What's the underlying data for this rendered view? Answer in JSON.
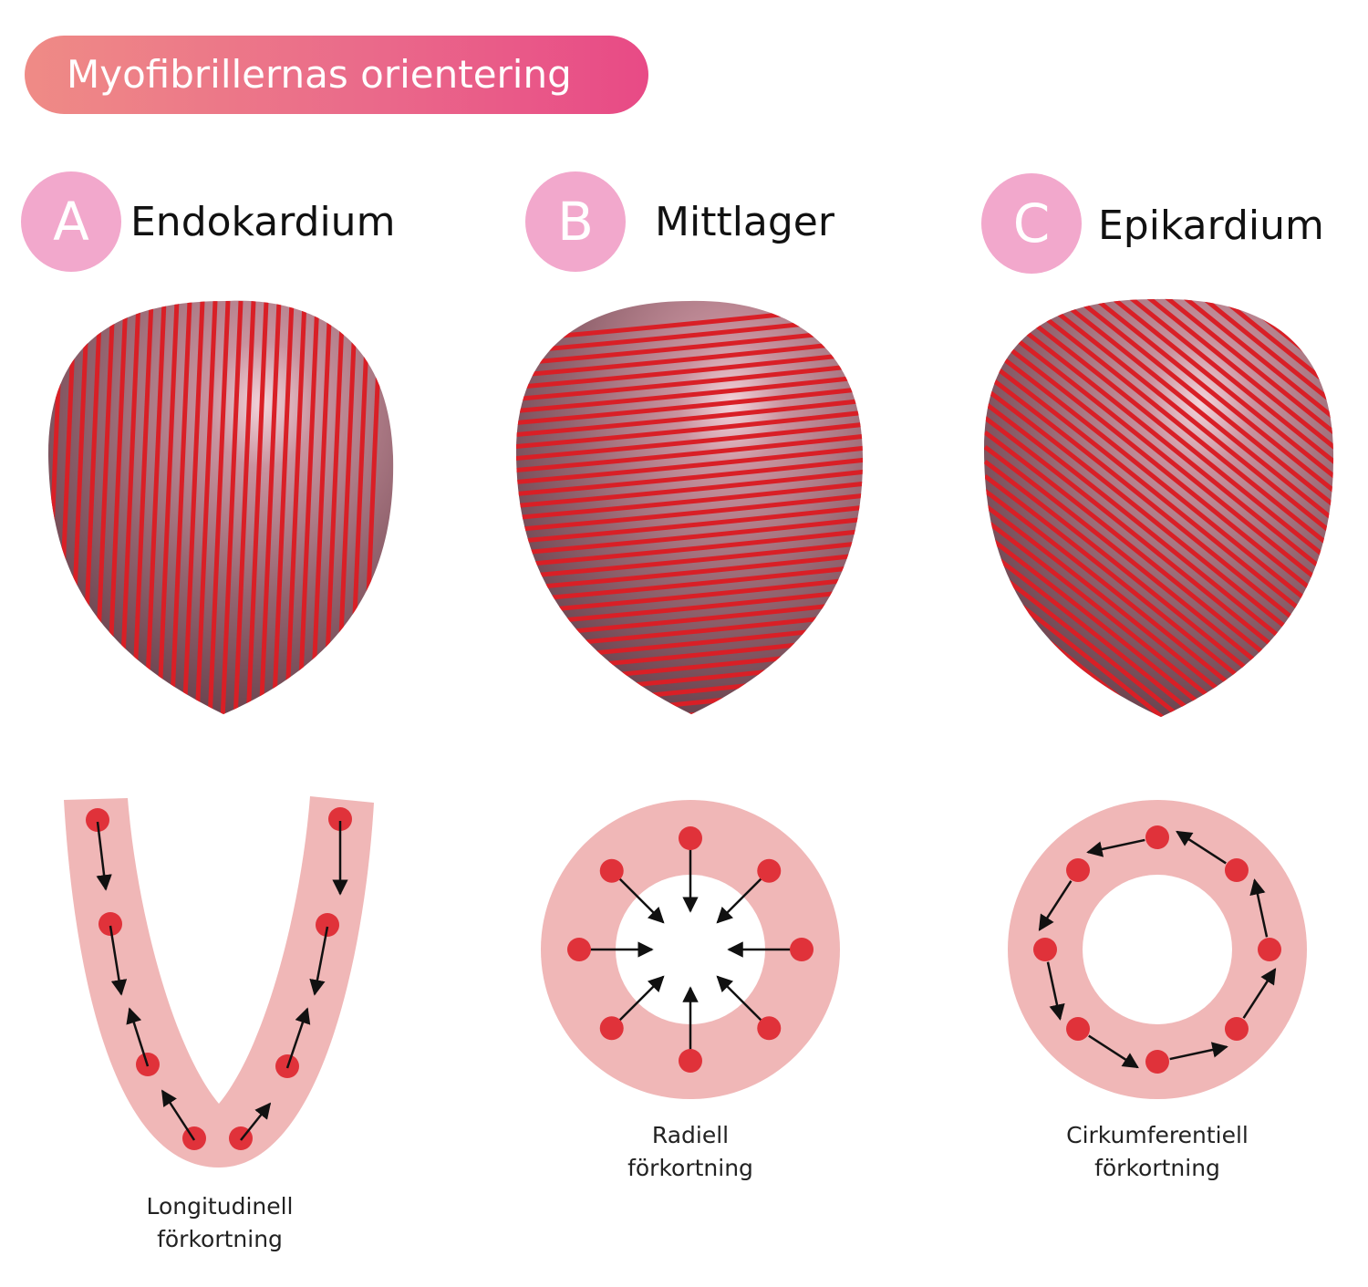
{
  "title": "Myofibrillernas orientering",
  "panels": [
    {
      "letter": "A",
      "name": "Endokardium",
      "caption_line1": "Longitudinell",
      "caption_line2": "förkortning"
    },
    {
      "letter": "B",
      "name": "Mittlager",
      "caption_line1": "Radiell",
      "caption_line2": "förkortning"
    },
    {
      "letter": "C",
      "name": "Epikardium",
      "caption_line1": "Cirkumferentiell",
      "caption_line2": "förkortning"
    }
  ],
  "colors": {
    "fiber": "#d91f26",
    "heart_dark": "#6e4652",
    "heart_light": "#c9939f",
    "tissue": "#f0b7b7",
    "dot": "#e0323a",
    "title_gradient_start": "#ef8b86",
    "title_gradient_end": "#e84a86",
    "badge": "#f2a8cc"
  }
}
